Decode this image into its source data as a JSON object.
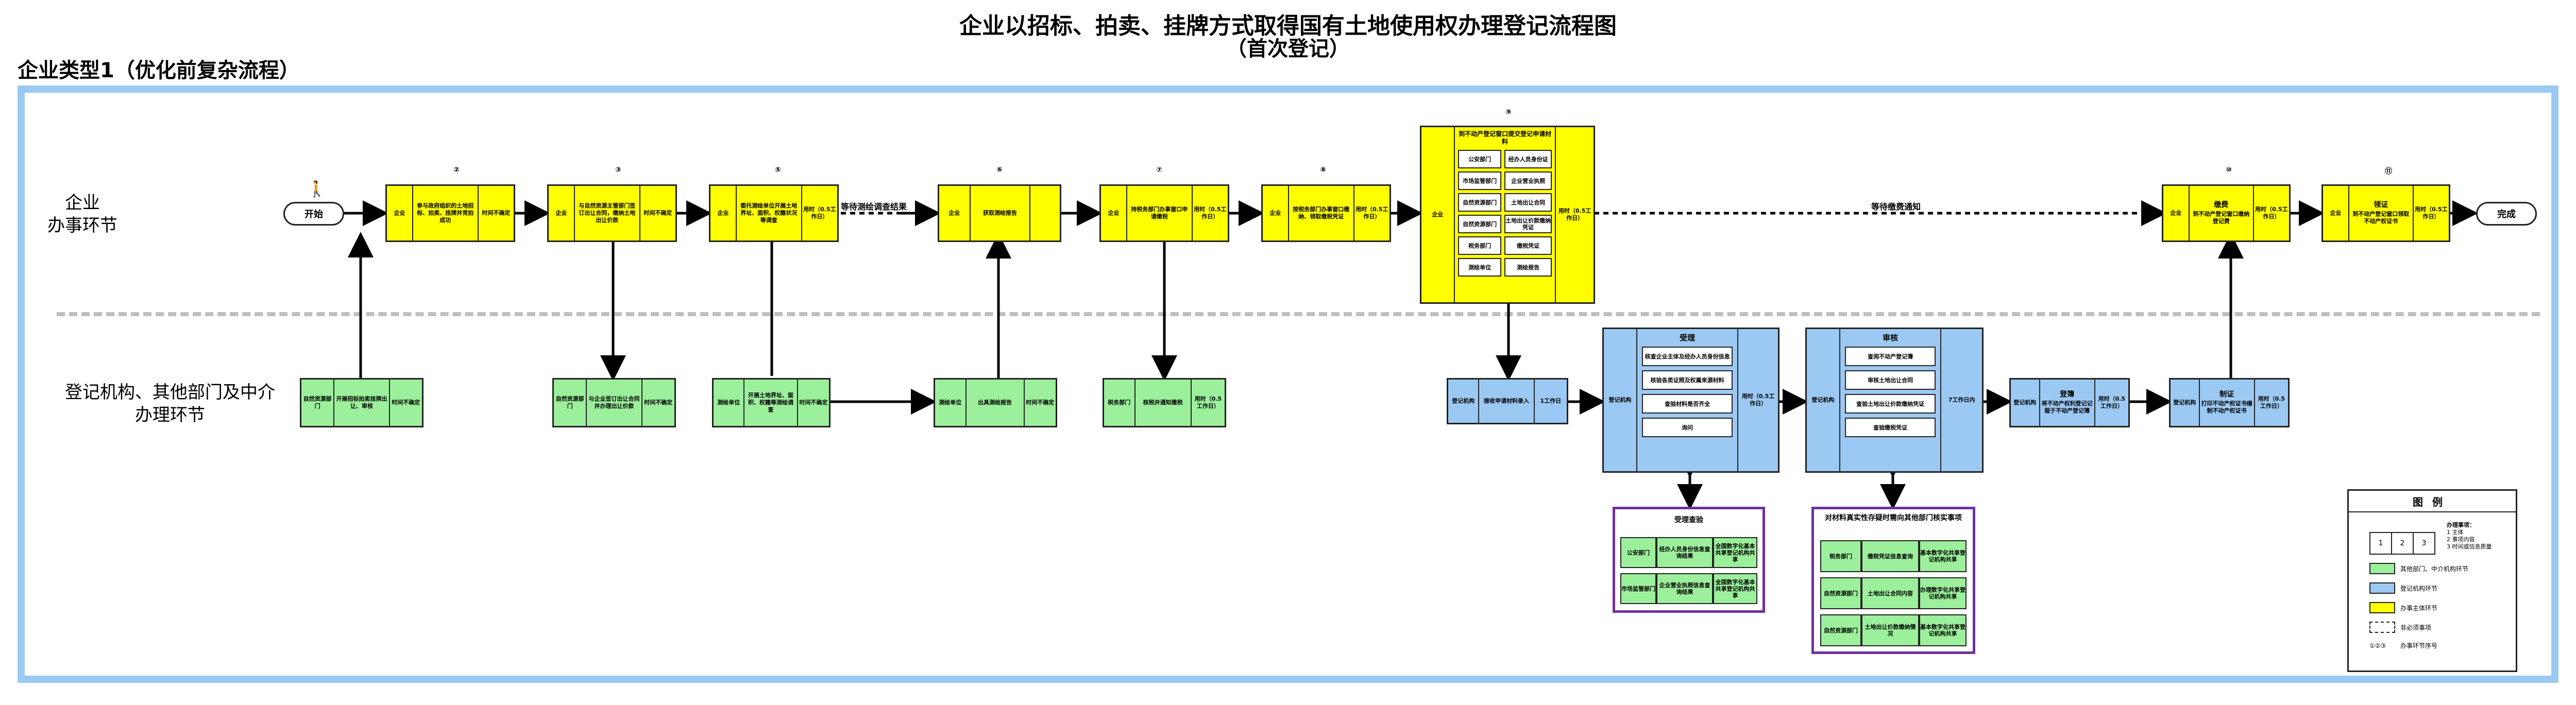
{
  "title": "企业以招标、拍卖、挂牌方式取得国有土地使用权办理登记流程图",
  "subtitle": "（首次登记）",
  "section_title": "企业类型1（优化前复杂流程）",
  "lanes": {
    "top": "企业\n办事环节",
    "bottom": "登记机构、其他部门及中介\n办理环节"
  },
  "start": "开始",
  "end": "完成",
  "colors": {
    "yellow": "#ffff00",
    "blue": "#9cc9f3",
    "green": "#9cf09c",
    "purple": "#7030a0",
    "frame": "#9cc9f3"
  },
  "top_steps": [
    {
      "num": "②",
      "actor": "企业",
      "task": "参与政府组织的土地招标、拍卖、挂牌并竞拍成功",
      "time": "时间不确定"
    },
    {
      "num": "③",
      "actor": "企业",
      "task": "与自然资源主管部门签订出让合同，缴纳土地出让价款",
      "time": "时间不确定"
    },
    {
      "num": "⑤",
      "actor": "企业",
      "task": "委托测绘单位开展土地界址、面积、权籍状况等调查",
      "time": "用时（0.5工作日）"
    },
    {
      "num": "⑥",
      "actor": "企业",
      "task": "获取测绘报告",
      "time": ""
    },
    {
      "num": "⑦",
      "actor": "企业",
      "task": "持税务部门办事窗口申请缴税",
      "time": "用时（0.5工作日）"
    },
    {
      "num": "⑧",
      "actor": "企业",
      "task": "按税务部门办事窗口缴纳、领取缴税凭证",
      "time": "用时（0.5工作日）"
    }
  ],
  "submit_step": {
    "num": "⑨",
    "actor": "企业",
    "header": "到不动产登记窗口提交登记申请材料",
    "time": "用时（0.5工作日）",
    "items": [
      [
        "公安部门",
        "经办人员身份证"
      ],
      [
        "市场监管部门",
        "企业营业执照"
      ],
      [
        "自然资源部门",
        "土地出让合同"
      ],
      [
        "自然资源部门",
        "土地出让价款缴纳凭证"
      ],
      [
        "税务部门",
        "缴税凭证"
      ],
      [
        "测绘单位",
        "测绘报告"
      ]
    ]
  },
  "fee_step": {
    "num": "⑩",
    "actor": "企业",
    "task": "缴费",
    "sub": "到不动产登记窗口缴纳登记费",
    "time": "用时（0.5工作日）"
  },
  "cert_step": {
    "num": "⑪",
    "actor": "企业",
    "task": "领证",
    "sub": "到不动产登记窗口领取不动产权证书",
    "time": "用时（0.5工作日）"
  },
  "dash_labels": {
    "survey": "等待测绘调查结果",
    "fee": "等待缴费通知"
  },
  "bottom_green": [
    {
      "actor": "自然资源部门",
      "task": "开展招标拍卖挂牌出让、审核",
      "time": "时间不确定"
    },
    {
      "actor": "自然资源部门",
      "task": "与企业签订出让合同并办理出让价款",
      "time": "时间不确定"
    },
    {
      "actor": "测绘单位",
      "task": "开展土地界址、面积、权籍等测绘调查",
      "time": "时间不确定"
    },
    {
      "actor": "测绘单位",
      "task": "出具测绘报告",
      "time": "时间不确定"
    },
    {
      "actor": "税务部门",
      "task": "核税并通知缴税",
      "time": "用时（0.5工作日）"
    }
  ],
  "bottom_blue": {
    "intake": {
      "actor": "登记机构",
      "task": "接收申请材料录入",
      "time": "1工作日"
    },
    "accept": {
      "actor": "登记机构",
      "header": "受理",
      "items": [
        "核查企业主体及经办人员身份信息",
        "核验各类证照及权属来源材料",
        "查验材料是否齐全",
        "询问"
      ],
      "time": "用时（0.5工作日）"
    },
    "review": {
      "actor": "登记机构",
      "header": "审核",
      "items": [
        "查阅不动产登记簿",
        "审核土地出让合同",
        "查验土地出让价款缴纳凭证",
        "查验缴税凭证"
      ],
      "time": "7工作日内"
    },
    "record": {
      "actor": "登记机构",
      "header": "登簿",
      "task": "将不动产权利登记记载于不动产登记簿",
      "time": "用时（0.5工作日）"
    },
    "make": {
      "actor": "登记机构",
      "header": "制证",
      "task": "打印不动产权证书缮制不动产权证书",
      "time": "用时（0.5工作日）"
    }
  },
  "accept_check": {
    "title": "受理查验",
    "rows": [
      [
        "公安部门",
        "经办人员身份信息查询结果",
        "全国数字化基本共享登记机构共享"
      ],
      [
        "市场监管部门",
        "企业营业执照信息查询结果",
        "全国数字化基本共享登记机构共享"
      ]
    ]
  },
  "review_check": {
    "title": "对材料真实性存疑时需向其他部门核实事项",
    "rows": [
      [
        "税务部门",
        "缴税凭证信息查询",
        "基本数字化共享登记机构共享"
      ],
      [
        "自然资源部门",
        "土地出让合同内容",
        "办理数字化共享登记机构共享"
      ],
      [
        "自然资源部门",
        "土地出让价款缴纳情况",
        "基本数字化共享登记机构共享"
      ]
    ]
  },
  "legend": {
    "title": "图例",
    "notes_title": "办理事项：",
    "notes": [
      "1 主体",
      "2 事项内容",
      "3 时间或信息质量"
    ],
    "cells": [
      "1",
      "2",
      "3"
    ],
    "items": [
      "其他部门、中介机构环节",
      "登记机构环节",
      "办事主体环节",
      "非必须事项",
      "办事环节序号"
    ],
    "seq": "①②③"
  }
}
